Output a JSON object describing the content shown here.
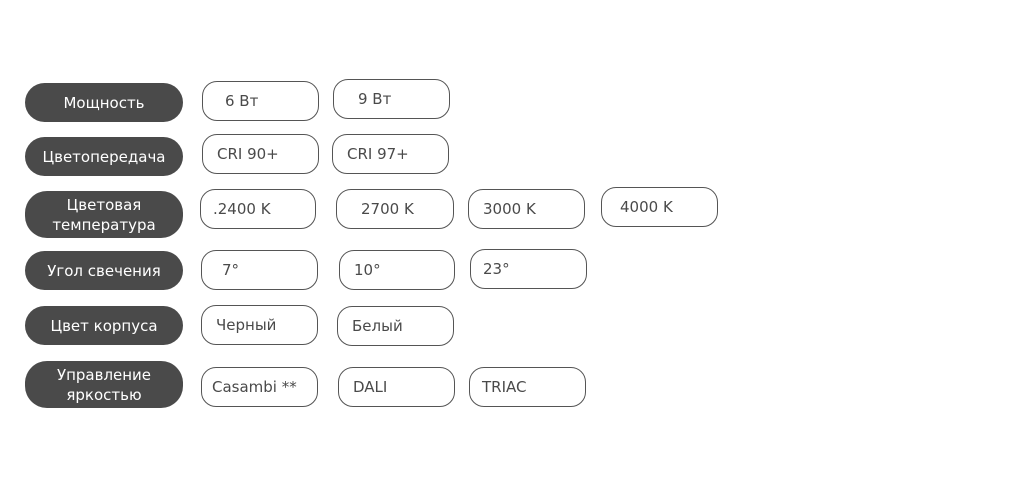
{
  "rows": [
    {
      "label": "Мощность",
      "options": [
        "6 Вт",
        "9 Вт"
      ]
    },
    {
      "label": "Цветопередача",
      "options": [
        "CRI 90+",
        "CRI 97+"
      ]
    },
    {
      "label": "Цветовая\nтемпература",
      "options": [
        ".2400 K",
        "2700 K",
        "3000 K",
        "4000 K"
      ]
    },
    {
      "label": "Угол свечения",
      "options": [
        "7°",
        "10°",
        "23°"
      ]
    },
    {
      "label": "Цвет корпуса",
      "options": [
        "Черный",
        "Белый"
      ]
    },
    {
      "label": "Управление\nяркостью",
      "options": [
        "Casambi **",
        "DALI",
        "TRIAC"
      ]
    }
  ]
}
